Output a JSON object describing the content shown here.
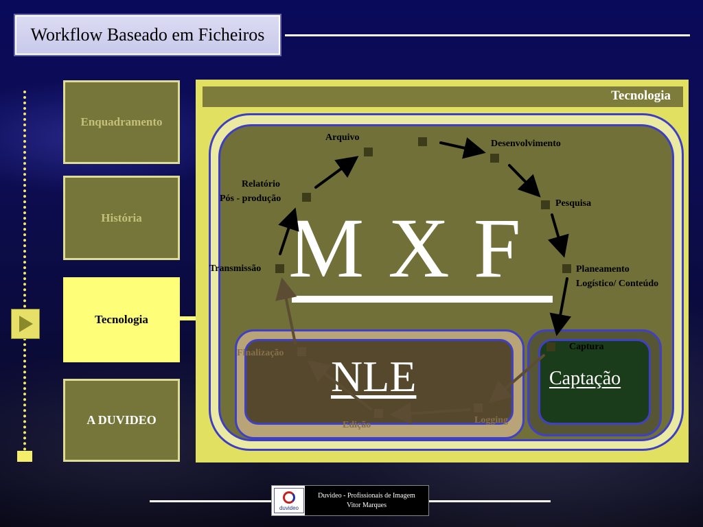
{
  "header": {
    "title": "Workflow Baseado em Ficheiros"
  },
  "sidebar": {
    "items": [
      {
        "label": "Enquadramento"
      },
      {
        "label": "História"
      },
      {
        "label": "Tecnologia"
      },
      {
        "label": "A  DUVIDEO"
      }
    ],
    "active_index": 2
  },
  "panel": {
    "header": "Tecnologia",
    "center_title": "M X F",
    "nle_label": "NLE",
    "captacao_label": "Captação",
    "nodes": {
      "arquivo": "Arquivo",
      "desenvolvimento": "Desenvolvimento",
      "pesquisa": "Pesquisa",
      "planeamento_1": "Planeamento",
      "planeamento_2": "Logístico/ Conteúdo",
      "captura": "Captura",
      "logging": "Logging",
      "edicao": "Edição",
      "finalizacao": "Finalização",
      "transmissao": "Transmissão",
      "relatorio_1": "Relatório",
      "relatorio_2": "Pós - produção"
    }
  },
  "footer": {
    "line1": "Duvideo - Profissionais de Imagem",
    "line2": "Vitor Marques",
    "logo_text": "duvideo"
  },
  "colors": {
    "panel": "#e2e060",
    "active_nav": "#fefe78",
    "track": "#3e3ec4"
  }
}
